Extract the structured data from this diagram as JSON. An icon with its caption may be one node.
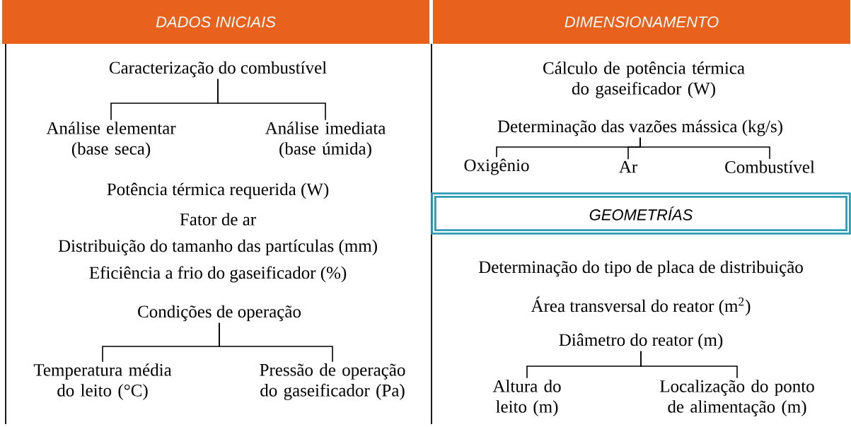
{
  "diagram": {
    "nodes": [
      {
        "text": [
          "DADOS INICIAIS"
        ]
      },
      {
        "text": [
          "DIMENSIONAMENTO"
        ]
      },
      {
        "text": [
          "Caracterização do combustível"
        ]
      },
      {
        "text": [
          "Análise elementar (base seca)"
        ]
      },
      {
        "text": [
          "Análise imediata (base úmida)"
        ]
      },
      {
        "text": [
          "Condições de operação"
        ]
      },
      {
        "text": [
          "Temperatura média do leito (°C)"
        ]
      },
      {
        "text": [
          "Pressão de operação do gaseificador (Pa)"
        ]
      },
      {
        "text": [
          "Determinação das vazões mássica (kg/s)"
        ]
      },
      {
        "text": [
          "Oxigênio"
        ]
      },
      {
        "text": [
          "Ar"
        ]
      },
      {
        "text": [
          "Combustível"
        ]
      },
      {
        "text": [
          "GEOMETRÍAS"
        ]
      },
      {
        "text": [
          "Diâmetro do reator (m)"
        ]
      },
      {
        "text": [
          "Altura do leito (m)"
        ]
      },
      {
        "text": [
          "Localização do ponto de alimentação (m)"
        ]
      }
    ],
    "edges": [
      {
        "from": 2,
        "to": 3,
        "arrow": "none"
      },
      {
        "from": 2,
        "to": 4,
        "arrow": "none"
      },
      {
        "from": 5,
        "to": 6,
        "arrow": "none"
      },
      {
        "from": 5,
        "to": 7,
        "arrow": "none"
      },
      {
        "from": 8,
        "to": 9,
        "arrow": "none"
      },
      {
        "from": 8,
        "to": 10,
        "arrow": "none"
      },
      {
        "from": 8,
        "to": 11,
        "arrow": "none"
      },
      {
        "from": 13,
        "to": 14,
        "arrow": "none"
      },
      {
        "from": 13,
        "to": 15,
        "arrow": "none"
      }
    ],
    "labels": [
      "Potência térmica requerida (W)",
      "Fator de ar",
      "Distribuição do tamanho das partículas (mm)",
      "Eficiência a frio do gaseificador (%)",
      "Cálculo de potência térmica do gaseificador (W)",
      "Determinação do tipo de  placa de distribuição",
      "Área transversal do reator (m$^{2}$)"
    ]
  }
}
